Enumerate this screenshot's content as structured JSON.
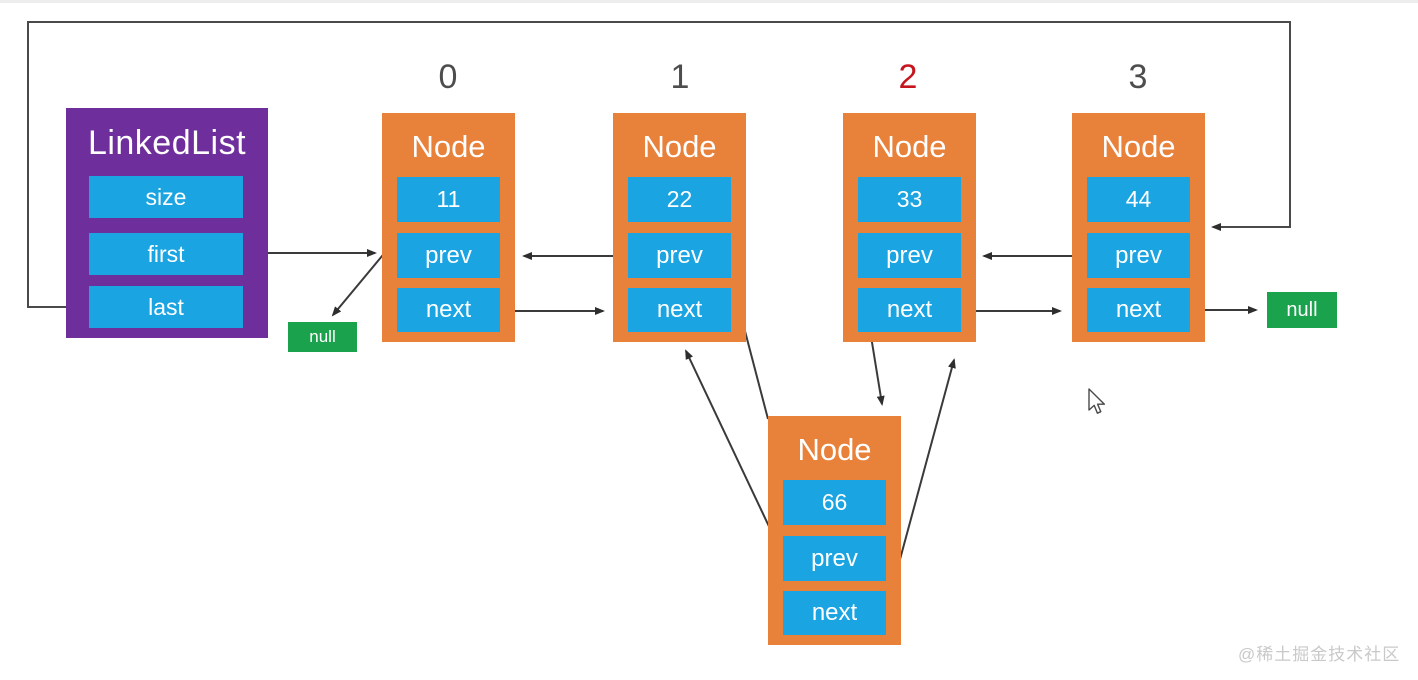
{
  "diagram": {
    "linked_list": {
      "title": "LinkedList",
      "fields": {
        "size": "size",
        "first": "first",
        "last": "last"
      }
    },
    "indices": {
      "i0": "0",
      "i1": "1",
      "i2": "2",
      "i3": "3",
      "highlighted_index": "2"
    },
    "nodes": [
      {
        "title": "Node",
        "value": "11",
        "prev": "prev",
        "next": "next"
      },
      {
        "title": "Node",
        "value": "22",
        "prev": "prev",
        "next": "next"
      },
      {
        "title": "Node",
        "value": "33",
        "prev": "prev",
        "next": "next"
      },
      {
        "title": "Node",
        "value": "44",
        "prev": "prev",
        "next": "next"
      }
    ],
    "inserted_node": {
      "title": "Node",
      "value": "66",
      "prev": "prev",
      "next": "next"
    },
    "null_left": "null",
    "null_right": "null",
    "edges": [
      {
        "from": "linkedlist.first",
        "to": "node-11"
      },
      {
        "from": "linkedlist.last",
        "to": "node-44"
      },
      {
        "from": "node-11.prev",
        "to": "null-left"
      },
      {
        "from": "node-11.next",
        "to": "node-22"
      },
      {
        "from": "node-22.prev",
        "to": "node-11"
      },
      {
        "from": "node-22.next",
        "to": "node-66"
      },
      {
        "from": "node-66.prev",
        "to": "node-22"
      },
      {
        "from": "node-66.next",
        "to": "node-33"
      },
      {
        "from": "node-33.prev",
        "to": "node-66"
      },
      {
        "from": "node-33.next",
        "to": "node-44"
      },
      {
        "from": "node-44.prev",
        "to": "node-33"
      },
      {
        "from": "node-44.next",
        "to": "null-right"
      }
    ]
  },
  "watermark": "@稀土掘金技术社区",
  "colors": {
    "orange": "#e8813a",
    "blue": "#1ba4e2",
    "purple": "#6e2f9d",
    "green": "#1aa24d",
    "line": "#3a3a3a",
    "idx": "#4d4d4d",
    "idx-hot": "#c5161f",
    "watermark": "#c9c9c9"
  }
}
